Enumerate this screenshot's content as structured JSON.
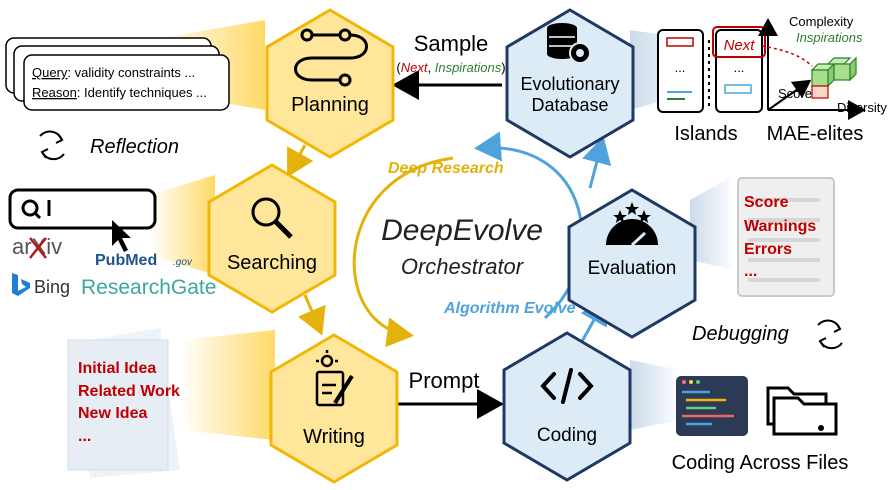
{
  "center": {
    "title": "DeepEvolve",
    "subtitle": "Orchestrator"
  },
  "loops": {
    "research": "Deep Research",
    "evolve": "Algorithm Evolve"
  },
  "nodes": {
    "planning": "Planning",
    "searching": "Searching",
    "writing": "Writing",
    "database_line1": "Evolutionary",
    "database_line2": "Database",
    "evaluation": "Evaluation",
    "coding": "Coding"
  },
  "query_card": {
    "query_key": "Query",
    "query_text": ": validity constraints ...",
    "reason_key": "Reason",
    "reason_text": ": Identify techniques ..."
  },
  "reflection": "Reflection",
  "search_sources": {
    "arxiv": "arXiv",
    "pubmed": "PubMed",
    "pubmed_suffix": ".gov",
    "bing": "Bing",
    "researchgate": "ResearchGate"
  },
  "document": [
    "Initial Idea",
    "Related Work",
    "New Idea",
    "..."
  ],
  "sample": {
    "label": "Sample",
    "paren_open": "(",
    "next": "Next",
    "comma": ", ",
    "inspirations": "Inspirations",
    "paren_close": ")"
  },
  "prompt": "Prompt",
  "islands": {
    "label": "Islands",
    "next": "Next",
    "dots": "..."
  },
  "map_elites": {
    "label": "MAE-elites",
    "complexity": "Complexity",
    "diversity": "Diversity",
    "score": "Score",
    "inspirations": "Inspirations"
  },
  "report": [
    "Score",
    "Warnings",
    "Errors",
    "..."
  ],
  "debugging": "Debugging",
  "coding_files": "Coding Across Files",
  "colors": {
    "hex_yellow_fill": "#FFE69A",
    "hex_yellow_stroke": "#F2B705",
    "hex_blue_fill": "#DDEBF7",
    "hex_blue_stroke": "#1F3864",
    "research_loop": "#E3B20B",
    "evolve_loop": "#4FA3DC",
    "red_text": "#C00000",
    "green_text": "#2E7D32"
  }
}
